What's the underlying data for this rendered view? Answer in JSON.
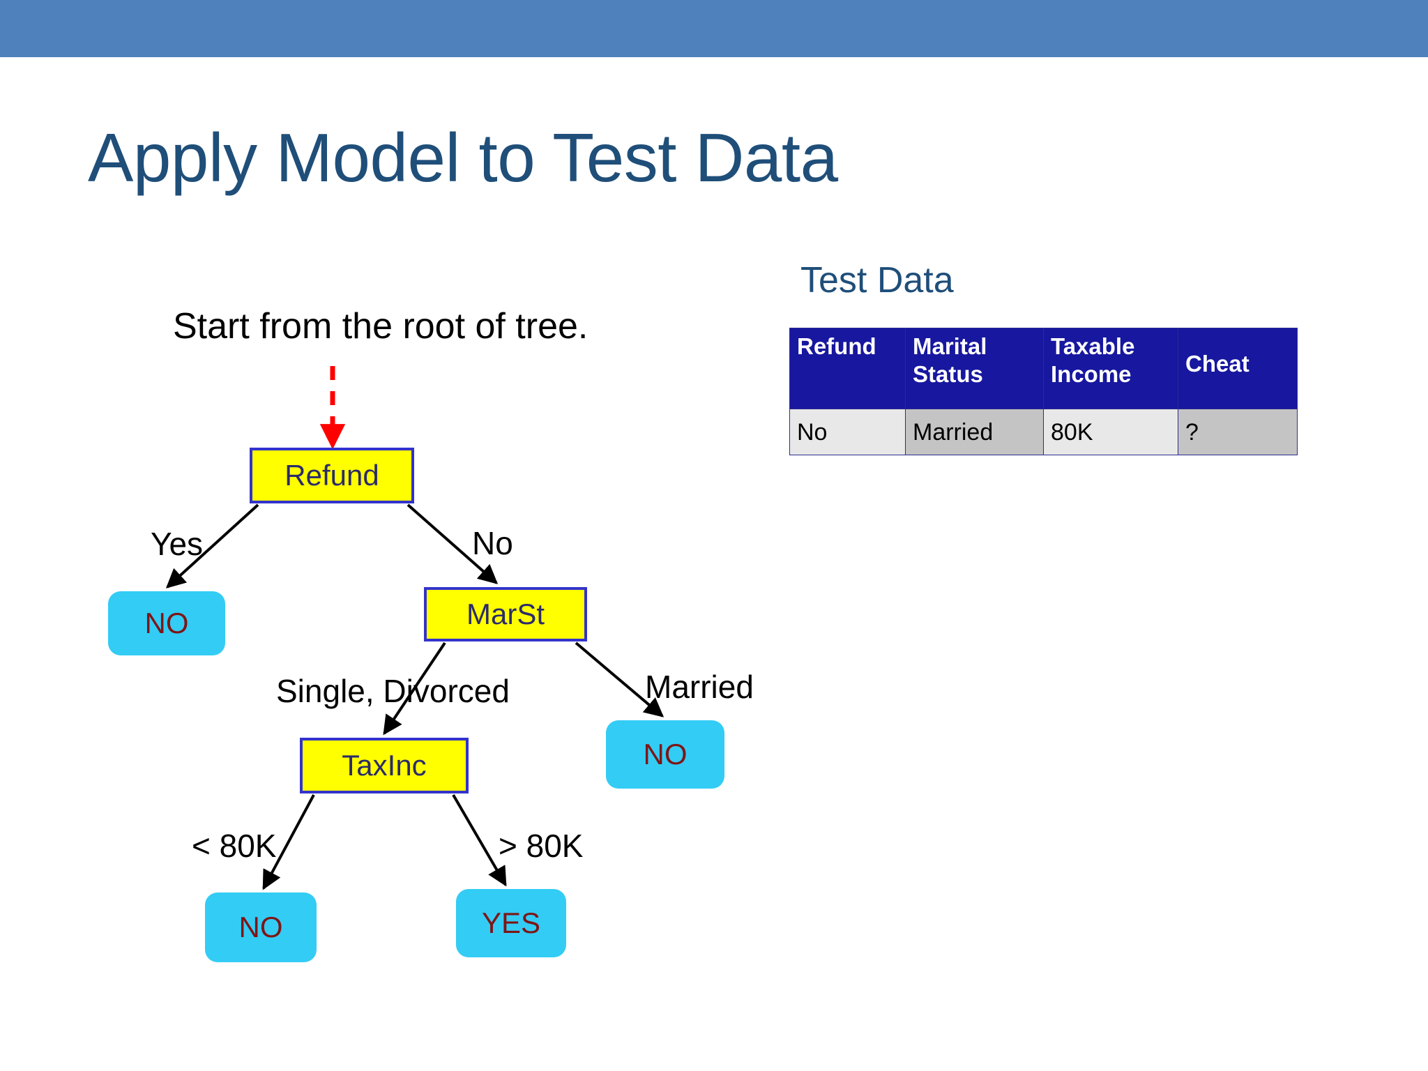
{
  "theme": {
    "banner_color": "#4F81BD",
    "title_color": "#1F4E79",
    "node_fill": "#FFFF00",
    "node_border": "#3333CC",
    "node_text": "#2B2B6B",
    "leaf_fill": "#33CCF5",
    "leaf_text": "#7D1616",
    "table_header_bg": "#17179F",
    "table_cell_light": "#E8E8E8",
    "table_cell_dark": "#C4C4C4",
    "pointer_color": "#FF0000",
    "edge_color": "#000000"
  },
  "slide": {
    "title": "Apply Model to Test Data"
  },
  "test_data": {
    "heading": "Test Data",
    "columns": [
      "Refund",
      "Marital Status",
      "Taxable Income",
      "Cheat"
    ],
    "column_lines": [
      [
        "Refund"
      ],
      [
        "Marital",
        "Status"
      ],
      [
        "Taxable",
        "Income"
      ],
      [
        "Cheat"
      ]
    ],
    "rows": [
      {
        "refund": "No",
        "marital_status": "Married",
        "taxable_income": "80K",
        "cheat": "?"
      }
    ]
  },
  "tree": {
    "root_caption": "Start from the root of tree.",
    "pointer": "red-dashed-down-arrow",
    "nodes": {
      "refund": "Refund",
      "marst": "MarSt",
      "taxinc": "TaxInc"
    },
    "leaves": {
      "no_refund_yes": "NO",
      "no_married": "NO",
      "no_lt_80k": "NO",
      "yes_gt_80k": "YES"
    },
    "edge_labels": {
      "refund_yes": "Yes",
      "refund_no": "No",
      "marst_single_divorced": "Single, Divorced",
      "marst_married": "Married",
      "taxinc_lt_80k": "< 80K",
      "taxinc_gt_80k": "> 80K"
    }
  }
}
